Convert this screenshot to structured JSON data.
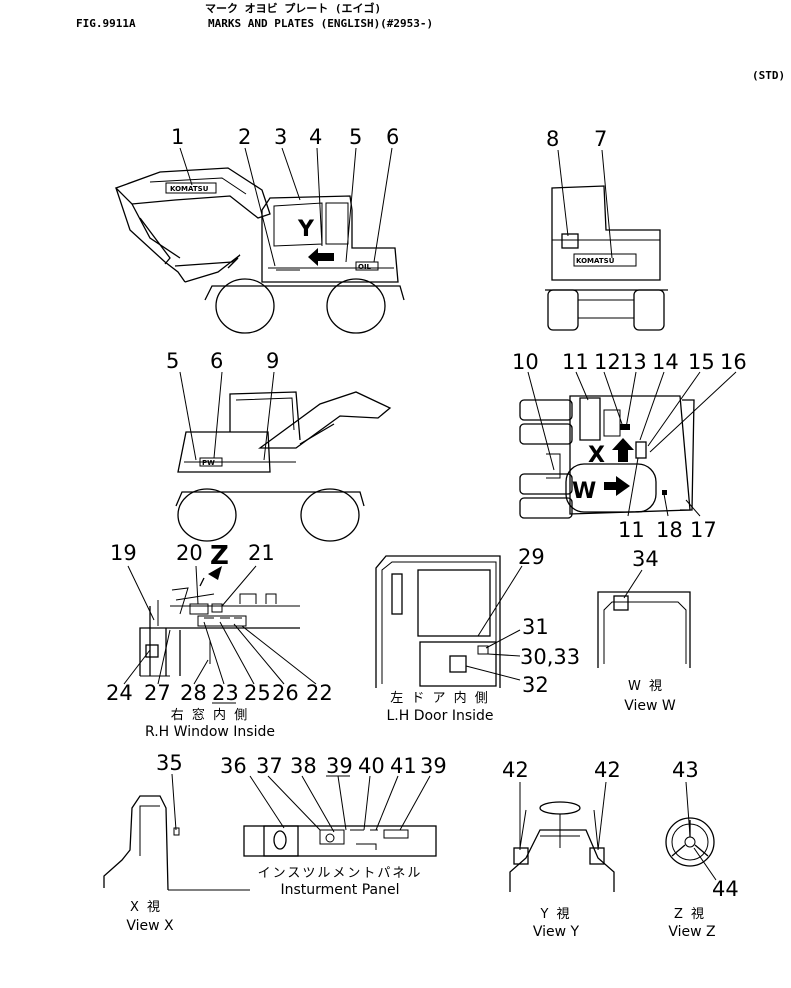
{
  "header": {
    "jp_title": "マーク オヨビ プレート (エイゴ)",
    "fig_no": "FIG.9911A",
    "title": "MARKS AND PLATES (ENGLISH)(#2953-)",
    "std": "(STD)"
  },
  "callouts": {
    "n1": "1",
    "n2": "2",
    "n3": "3",
    "n4": "4",
    "n5": "5",
    "n6": "6",
    "n7": "7",
    "n8": "8",
    "n5b": "5",
    "n6b": "6",
    "n9": "9",
    "n10": "10",
    "n11": "11",
    "n12": "12",
    "n13": "13",
    "n14": "14",
    "n15": "15",
    "n16": "16",
    "n11b": "11",
    "n18": "18",
    "n17": "17",
    "n19": "19",
    "n20": "20",
    "n21": "21",
    "n24": "24",
    "n27": "27",
    "n28": "28",
    "n23": "23",
    "n25": "25",
    "n26": "26",
    "n22": "22",
    "n29": "29",
    "n31": "31",
    "n3033": "30,33",
    "n32": "32",
    "n34": "34",
    "n35": "35",
    "n36": "36",
    "n37": "37",
    "n38": "38",
    "n39": "39",
    "n40": "40",
    "n41": "41",
    "n39b": "39",
    "n42": "42",
    "n42b": "42",
    "n43": "43",
    "n44": "44"
  },
  "view_letters": {
    "y": "Y",
    "x": "X",
    "w": "W",
    "z": "Z"
  },
  "plate_labels": {
    "komatsu": "KOMATSU",
    "pw": "PW",
    "oil": "OIL"
  },
  "captions": {
    "rh_jp": "右 窓 内 側",
    "rh_en": "R.H Window Inside",
    "lh_jp": "左 ド ア 内 側",
    "lh_en": "L.H Door Inside",
    "w_jp": "W 視",
    "w_en": "View W",
    "x_jp": "X 視",
    "x_en": "View X",
    "panel_jp": "インスツルメントパネル",
    "panel_en": "Insturment Panel",
    "y_jp": "Y 視",
    "y_en": "View Y",
    "z_jp": "Z 視",
    "z_en": "View Z"
  }
}
